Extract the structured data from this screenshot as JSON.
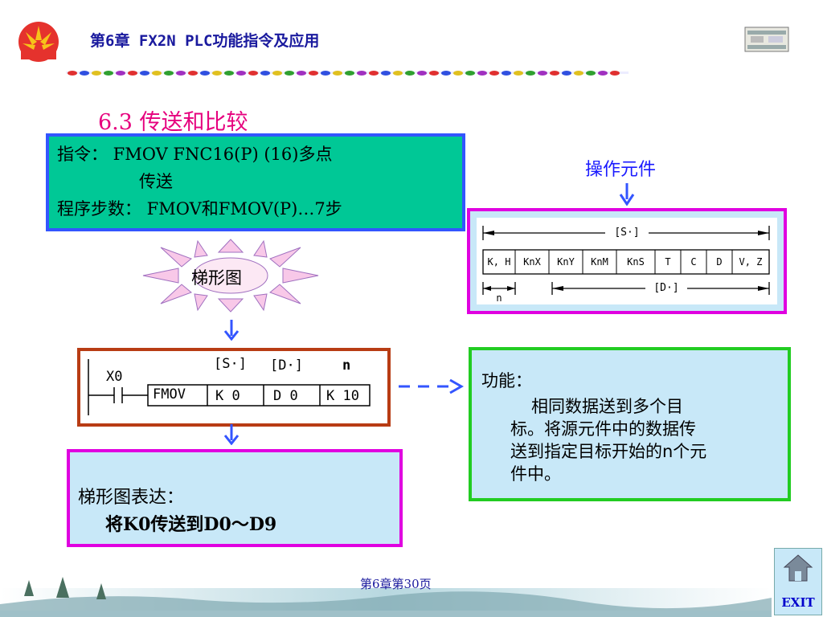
{
  "header": {
    "title": "第6章 FX2N PLC功能指令及应用"
  },
  "section": {
    "title": "6.3 传送和比较"
  },
  "instruction_box": {
    "line1": "指令： FMOV FNC16(P) (16)多点",
    "line2": "传送",
    "line3": "程序步数： FMOV和FMOV(P)…7步"
  },
  "operand": {
    "label": "操作元件",
    "s_label": "[S·]",
    "d_label": "[D·]",
    "n_label": "n",
    "cells": [
      "K, H",
      "KnX",
      "KnY",
      "KnM",
      "KnS",
      "T",
      "C",
      "D",
      "V, Z"
    ]
  },
  "ladder_diagram_label": "梯形图",
  "ladder": {
    "contact": "X0",
    "op_s": "[S·]",
    "op_d": "[D·]",
    "op_n": "n",
    "instruction": "FMOV",
    "arg1": "K 0",
    "arg2": "D 0",
    "arg3": "K 10"
  },
  "function_box": {
    "title": "功能：",
    "line1": "相同数据送到多个目",
    "line2": "标。将源元件中的数据传",
    "line3": "送到指定目标开始的n个元",
    "line4": "件中。"
  },
  "expression_box": {
    "title": "梯形图表达：",
    "line": "将K0传送到D0～D9"
  },
  "footer": {
    "page": "第6章第30页",
    "exit": "EXIT"
  },
  "colors": {
    "accent_pink": "#e6007e",
    "box_green": "#00c896",
    "box_blue_border": "#3355ff",
    "light_blue": "#c8e8f8",
    "arrow_blue": "#3355ff"
  }
}
